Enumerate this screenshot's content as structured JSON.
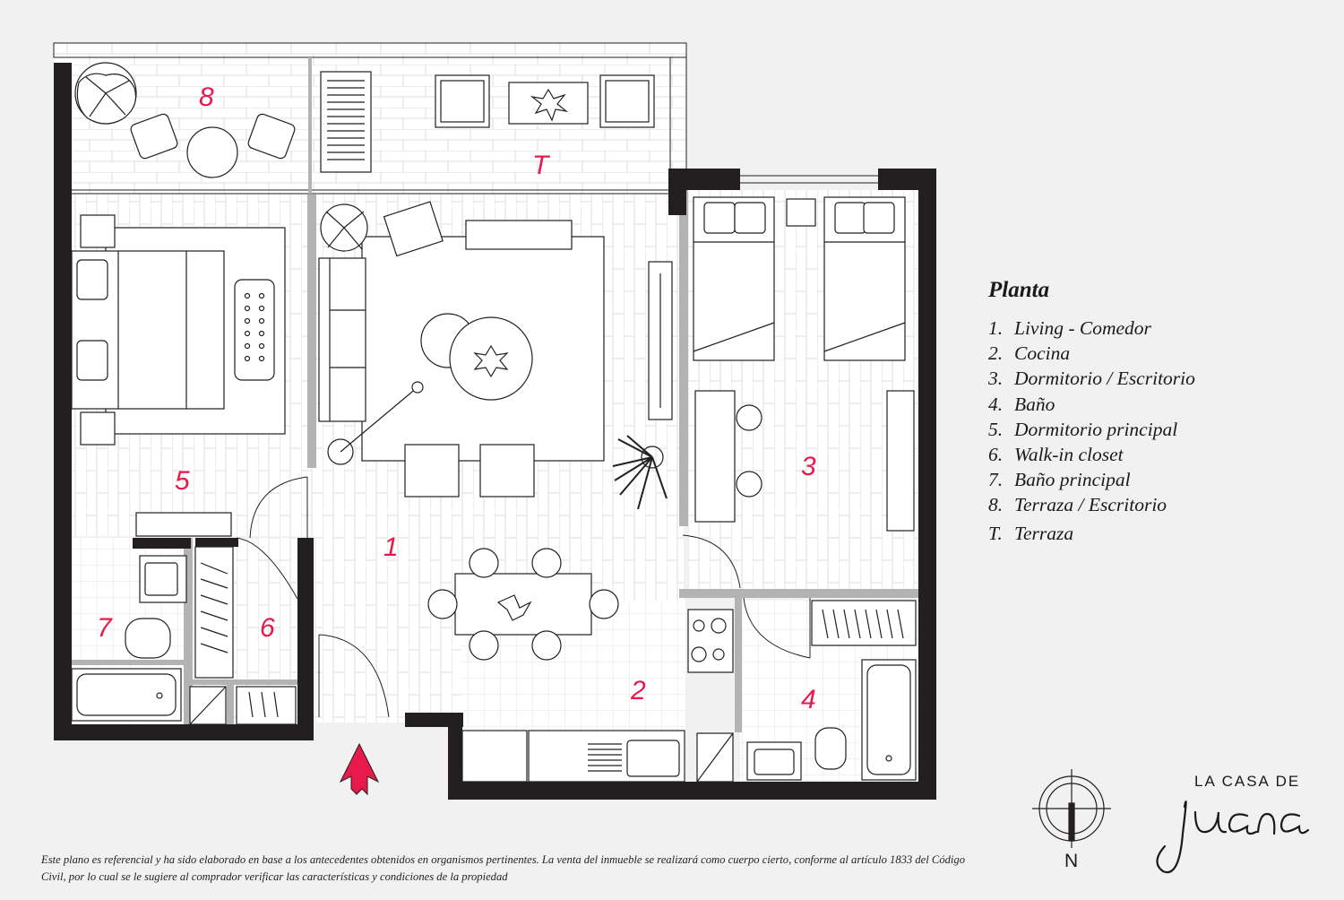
{
  "legend": {
    "title": "Planta",
    "items": [
      {
        "num": "1.",
        "label": "Living - Comedor"
      },
      {
        "num": "2.",
        "label": "Cocina"
      },
      {
        "num": "3.",
        "label": "Dormitorio / Escritorio"
      },
      {
        "num": "4.",
        "label": "Baño"
      },
      {
        "num": "5.",
        "label": "Dormitorio principal"
      },
      {
        "num": "6.",
        "label": "Walk-in closet"
      },
      {
        "num": "7.",
        "label": "Baño principal"
      },
      {
        "num": "8.",
        "label": "Terraza / Escritorio"
      },
      {
        "num": "T.",
        "label": "Terraza"
      }
    ]
  },
  "room_labels": {
    "r1": "1",
    "r2": "2",
    "r3": "3",
    "r4": "4",
    "r5": "5",
    "r6": "6",
    "r7": "7",
    "r8": "8",
    "rT": "T"
  },
  "disclaimer": "Este plano es referencial y ha sido elaborado en base a los antecedentes obtenidos en organismos pertinentes.  La venta del inmueble se realizará como cuerpo cierto, conforme al artículo 1833 del Código Civil, por lo cual se le sugiere al comprador verificar las características y condiciones de la propiedad",
  "compass": {
    "label": "N"
  },
  "brand": {
    "line1": "LA CASA DE",
    "line2": "Juana"
  },
  "colors": {
    "wall": "#231f20",
    "partition": "#b3b3b3",
    "label": "#e8194b",
    "entry_arrow": "#e8194b"
  },
  "icons": {
    "entry": "entry-arrow-icon",
    "compass": "compass-icon"
  }
}
